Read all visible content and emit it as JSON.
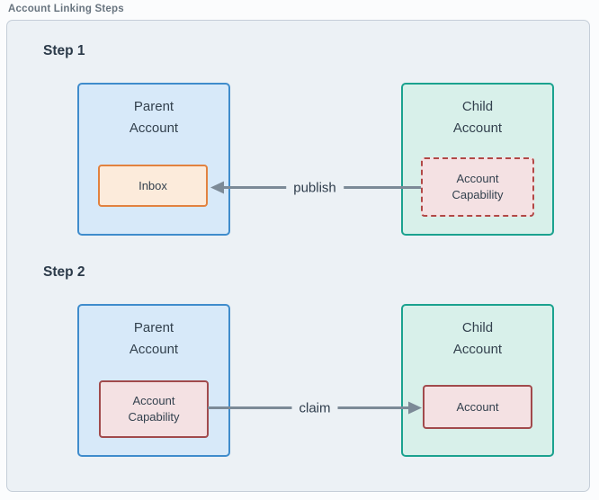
{
  "title": "Account Linking Steps",
  "colors": {
    "container_bg": "#ecf1f5",
    "container_border": "#c5ced8",
    "parent_fill": "#d7e9f9",
    "parent_border": "#3f8ccc",
    "child_fill": "#d8f0ea",
    "child_border": "#1ba28f",
    "inbox_fill": "#fcebdb",
    "inbox_border": "#e2823f",
    "capability_fill": "#f4e1e3",
    "capability_border": "#a84a49",
    "arrow": "#7c8a97",
    "text": "#33414e"
  },
  "steps": [
    {
      "heading": "Step 1",
      "parent": {
        "title": "Parent\nAccount",
        "inner": "Inbox"
      },
      "child": {
        "title": "Child\nAccount",
        "inner": "Account\nCapability"
      },
      "arrow": {
        "label": "publish",
        "direction": "right-to-left"
      }
    },
    {
      "heading": "Step 2",
      "parent": {
        "title": "Parent\nAccount",
        "inner": "Account\nCapability"
      },
      "child": {
        "title": "Child\nAccount",
        "inner": "Account"
      },
      "arrow": {
        "label": "claim",
        "direction": "left-to-right"
      }
    }
  ]
}
